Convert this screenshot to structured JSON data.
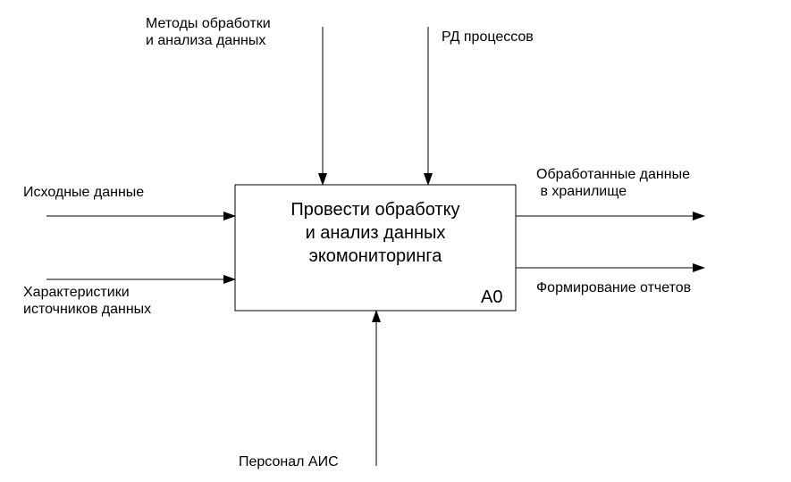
{
  "function_box": {
    "title": "Провести обработку\nи анализ данных\nэкомониторинга",
    "id": "A0"
  },
  "controls": [
    {
      "label": "Методы обработки\nи анализа данных"
    },
    {
      "label": "РД процессов"
    }
  ],
  "inputs": [
    {
      "label": "Исходные данные"
    },
    {
      "label": "Характеристики\nисточников данных"
    }
  ],
  "outputs": [
    {
      "label": "Обработанные данные\n в хранилище"
    },
    {
      "label": "Формирование отчетов"
    }
  ],
  "mechanisms": [
    {
      "label": "Персонал АИС"
    }
  ],
  "colors": {
    "stroke": "#000000",
    "background": "#ffffff"
  }
}
